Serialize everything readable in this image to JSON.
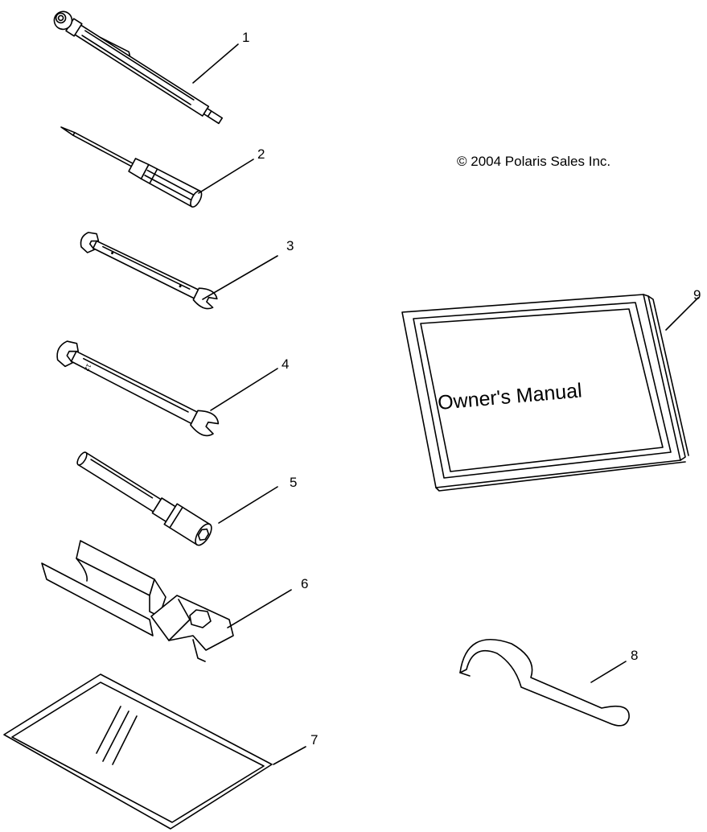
{
  "copyright": "© 2004 Polaris Sales Inc.",
  "manual_cover_text": "Owner's Manual",
  "callouts": [
    "1",
    "2",
    "3",
    "4",
    "5",
    "6",
    "7",
    "8",
    "9"
  ]
}
